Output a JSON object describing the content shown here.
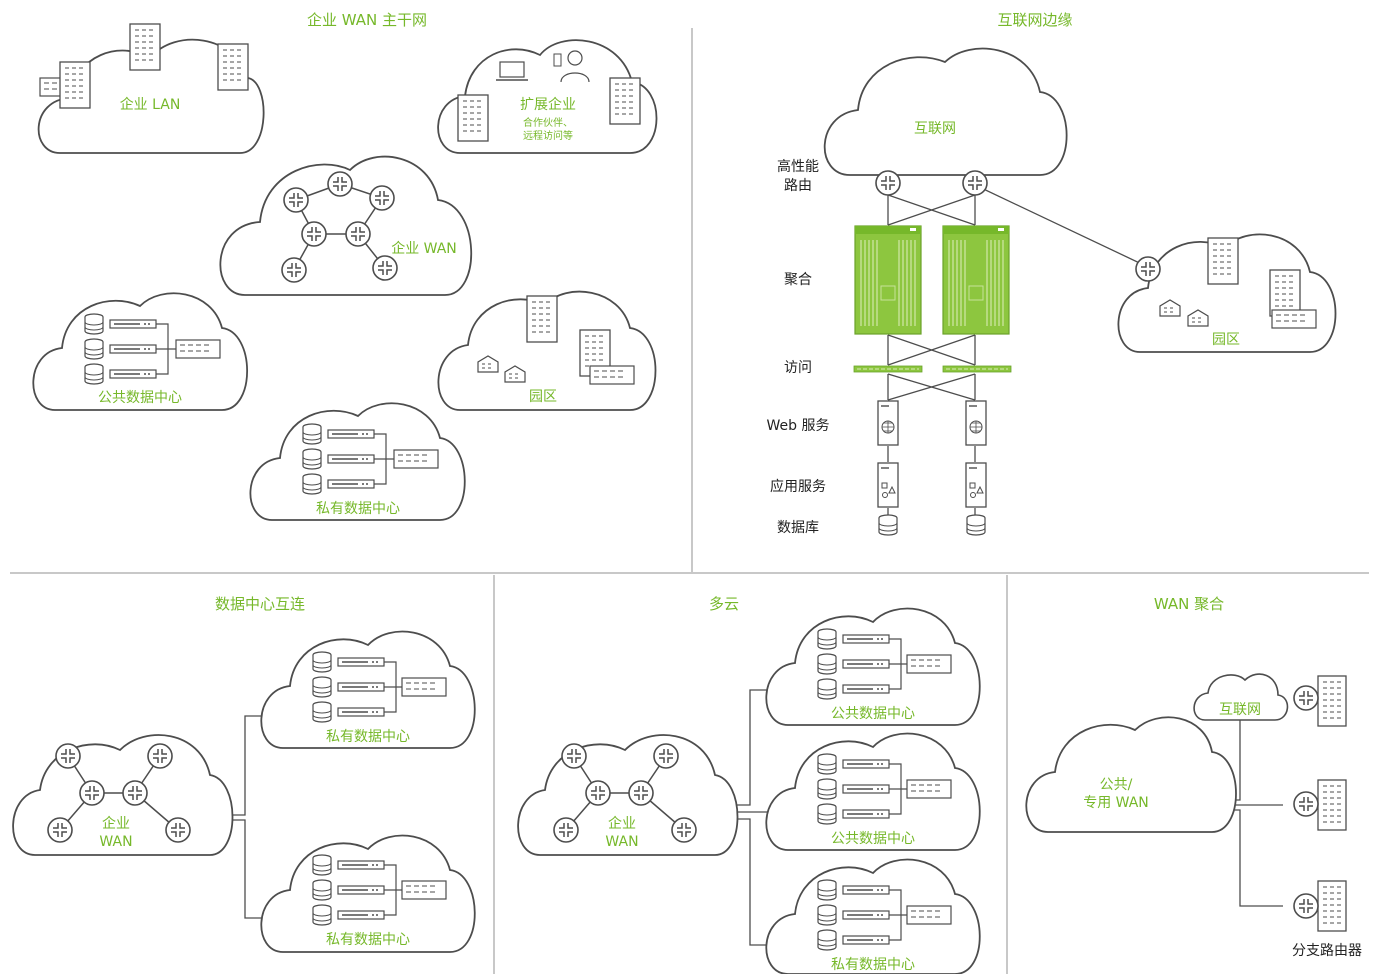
{
  "colors": {
    "green": "#76b82a",
    "line": "#4d4d4d",
    "divider": "#c8c8c8",
    "text": "#222222"
  },
  "panels": {
    "wan_backbone": {
      "title": "企业 WAN 主干网",
      "lan": "企业 LAN",
      "extended": "扩展企业",
      "extended_sub1": "合作伙伴、",
      "extended_sub2": "远程访问等",
      "wan": "企业 WAN",
      "public_dc": "公共数据中心",
      "campus": "园区",
      "private_dc": "私有数据中心"
    },
    "internet_edge": {
      "title": "互联网边缘",
      "internet": "互联网",
      "campus": "园区",
      "layers": {
        "routing_1": "高性能",
        "routing_2": "路由",
        "aggregation": "聚合",
        "access": "访问",
        "web": "Web 服务",
        "app": "应用服务",
        "db": "数据库"
      }
    },
    "dci": {
      "title": "数据中心互连",
      "wan_1": "企业",
      "wan_2": "WAN",
      "dc_top": "私有数据中心",
      "dc_bottom": "私有数据中心"
    },
    "multicloud": {
      "title": "多云",
      "wan_1": "企业",
      "wan_2": "WAN",
      "dc_1": "公共数据中心",
      "dc_2": "公共数据中心",
      "dc_3": "私有数据中心"
    },
    "wan_aggregation": {
      "title": "WAN 聚合",
      "internet": "互联网",
      "wan_1": "公共/",
      "wan_2": "专用 WAN",
      "branch": "分支路由器"
    }
  }
}
